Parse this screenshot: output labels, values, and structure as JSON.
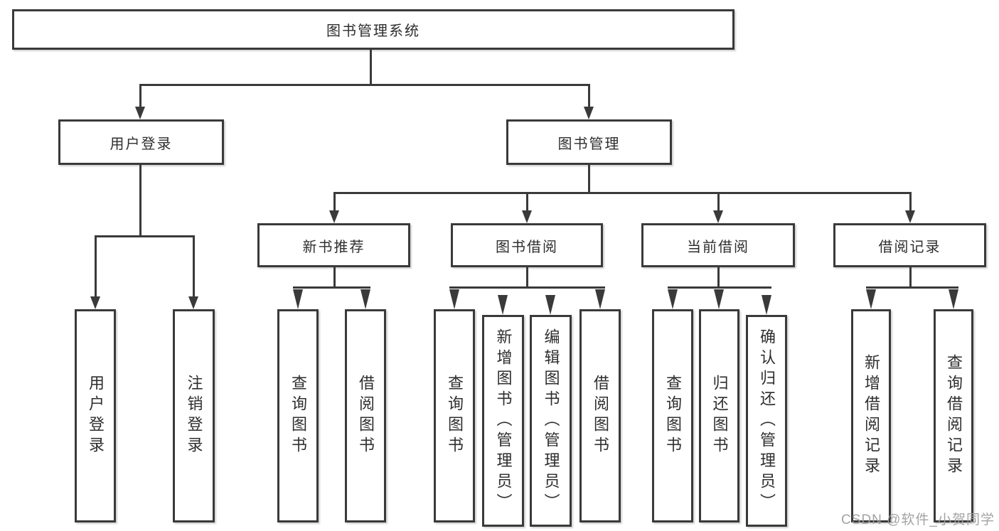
{
  "tree": {
    "root": {
      "label": "图书管理系统"
    },
    "branches": [
      {
        "label": "用户登录",
        "children": [
          {
            "label": "用户登录"
          },
          {
            "label": "注销登录"
          }
        ]
      },
      {
        "label": "图书管理",
        "children": [
          {
            "label": "新书推荐",
            "children": [
              {
                "label": "查询图书"
              },
              {
                "label": "借阅图书"
              }
            ]
          },
          {
            "label": "图书借阅",
            "children": [
              {
                "label": "查询图书"
              },
              {
                "label": "新增图书（管理员）"
              },
              {
                "label": "编辑图书（管理员）"
              },
              {
                "label": "借阅图书"
              }
            ]
          },
          {
            "label": "当前借阅",
            "children": [
              {
                "label": "查询图书"
              },
              {
                "label": "归还图书"
              },
              {
                "label": "确认归还（管理员）"
              }
            ]
          },
          {
            "label": "借阅记录",
            "children": [
              {
                "label": "新增借阅记录"
              },
              {
                "label": "查询借阅记录"
              }
            ]
          }
        ]
      }
    ]
  },
  "watermark": {
    "text": "CSDN @软件_小贺同学"
  },
  "colors": {
    "background": "#ffffff",
    "box_fill": "#ffffff",
    "box_border": "#3a3a3a",
    "line": "#3a3a3a",
    "text": "#2e2e2e",
    "watermark": "#9e9e9e"
  }
}
